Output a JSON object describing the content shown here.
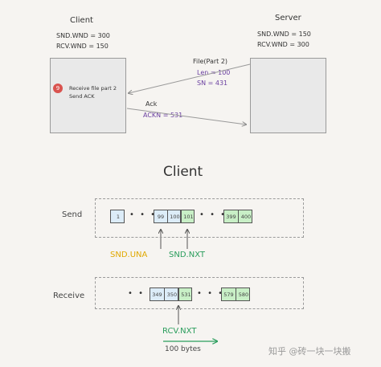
{
  "top": {
    "client_title": "Client",
    "client_snd_wnd": "SND.WND = 300",
    "client_rcv_wnd": "RCV.WND = 150",
    "server_title": "Server",
    "server_snd_wnd": "SND.WND = 150",
    "server_rcv_wnd": "RCV.WND = 300",
    "step_number": "9",
    "client_note_1": "Receive file part 2",
    "client_note_2": "Send ACK",
    "file_msg": "File(Part 2)",
    "file_len": "Len = 100",
    "file_sn": "SN = 431",
    "ack_msg": "Ack",
    "ack_n": "ACKN = 531"
  },
  "bottom": {
    "title": "Client",
    "send_label": "Send",
    "receive_label": "Receive",
    "send_cells": [
      "1",
      "99",
      "100",
      "101",
      "399",
      "400"
    ],
    "receive_cells": [
      "349",
      "350",
      "531",
      "579",
      "580"
    ],
    "snd_una": "SND.UNA",
    "snd_nxt": "SND.NXT",
    "rcv_nxt": "RCV.NXT",
    "bytes_label": "100 bytes",
    "dots": "• • •"
  },
  "watermark": "知乎 @砖一块一块搬",
  "colors": {
    "blue_cell": "#dcecf8",
    "green_cell": "#c8efc6",
    "snd_una": "#e0a800",
    "snd_nxt": "#2a9d5c",
    "rcv_nxt": "#2a9d5c",
    "purple_text": "#6a3fa0",
    "step_badge": "#d9534f"
  }
}
